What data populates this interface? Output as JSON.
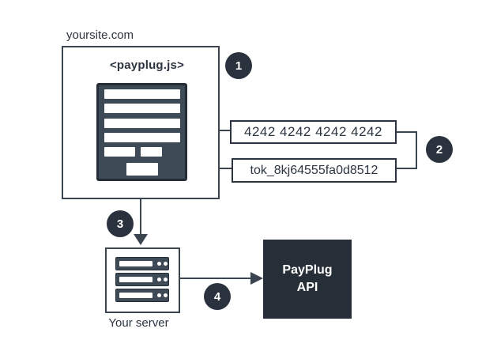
{
  "colors": {
    "line": "#3a4550",
    "fill_dark": "#3e4a55",
    "border_darker": "#242c35",
    "badge_bg": "#2a323d",
    "api_bg": "#262e38",
    "text_dark": "#2b3440",
    "white": "#ffffff"
  },
  "diagram": {
    "site_label": "yoursite.com",
    "script_label": "<payplug.js>",
    "card_number": "4242 4242 4242 4242",
    "token": "tok_8kj64555fa0d8512",
    "server_label": "Your server",
    "api_label_line1": "PayPlug",
    "api_label_line2": "API",
    "steps": [
      "1",
      "2",
      "3",
      "4"
    ]
  }
}
